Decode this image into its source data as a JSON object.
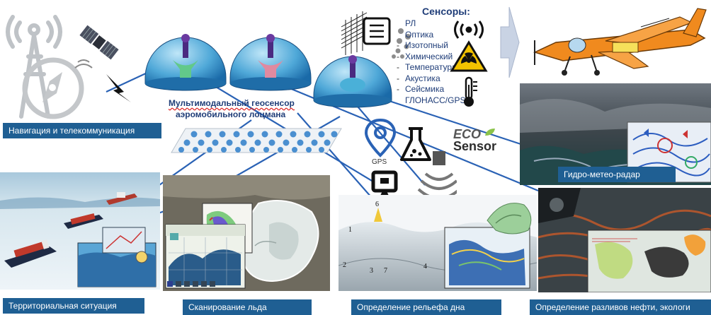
{
  "diagram": {
    "geosensor_title_line1": "Мультимодальный геосенсор",
    "geosensor_title_line2": "аэромобильного лоцмана",
    "sensors_title": "Сенсоры:",
    "sensors": [
      "РЛ",
      "Оптика",
      "Изотопный",
      "Химический",
      "Температура",
      "Акустика",
      "Сейсмика",
      "ГЛОНАСС/GPS"
    ],
    "gps_label": "GPS",
    "eco_word": "ECO",
    "eco_sensor_word": "Sensor",
    "captions": {
      "navigation": "Навигация и телекоммуникация",
      "meteo": "Гидро-метео-радар",
      "territory": "Территориальная ситуация",
      "ice": "Сканирование льда",
      "relief": "Определение рельефа дна",
      "oil": "Определение разливов нефти, экологи"
    },
    "relief_numbers": [
      "1",
      "2",
      "3",
      "7",
      "4",
      "6"
    ]
  },
  "colors": {
    "caption_bg": "#1f5f93",
    "sensor_text": "#1f3d78",
    "connector": "#2a62b5",
    "airplane": "#f08a1e"
  }
}
